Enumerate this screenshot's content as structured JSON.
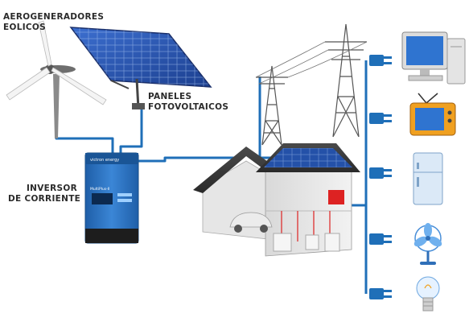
{
  "labels": {
    "wind": [
      "AEROGENERADORES",
      "EOLICOS"
    ],
    "panels": [
      "PANELES",
      "FOTOVOLTAICOS"
    ],
    "inverter": [
      "INVERSOR",
      "DE CORRIENTE"
    ]
  },
  "inverter_brand": "victron energy",
  "inverter_model": "MultiPlus-II",
  "colors": {
    "cable": "#1f6fb8",
    "plug": "#1f6fb8",
    "panel": "#2451a8",
    "inverter": "#2b72c2",
    "tower": "#555555"
  },
  "appliances": [
    "computer-icon",
    "television-icon",
    "refrigerator-icon",
    "fan-icon",
    "light-bulb-icon"
  ]
}
